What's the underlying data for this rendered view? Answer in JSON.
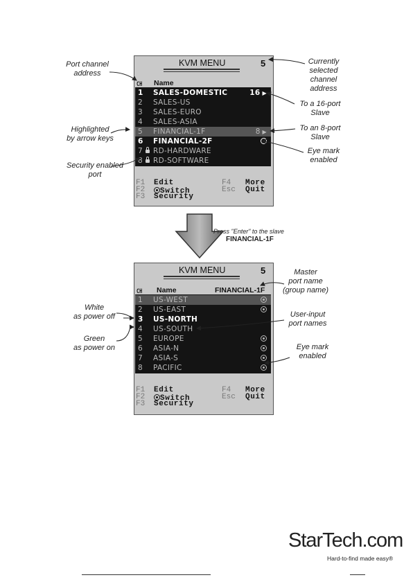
{
  "menu1": {
    "title": "KVM MENU",
    "channel": "5",
    "ch_header": "CH",
    "name_header": "Name",
    "rows": [
      {
        "num": "1",
        "name": "SALES-DOMESTIC",
        "tail": "16",
        "style": "white",
        "icon": "arrow"
      },
      {
        "num": "2",
        "name": "SALES-US",
        "tail": "",
        "style": "grey",
        "icon": ""
      },
      {
        "num": "3",
        "name": "SALES-EURO",
        "tail": "",
        "style": "grey",
        "icon": ""
      },
      {
        "num": "4",
        "name": "SALES-ASIA",
        "tail": "",
        "style": "grey",
        "icon": ""
      },
      {
        "num": "5",
        "name": "FINANCIAL-1F",
        "tail": "8",
        "style": "grey",
        "icon": "arrow"
      },
      {
        "num": "6",
        "name": "FINANCIAL-2F",
        "tail": "",
        "style": "white",
        "icon": "eye"
      },
      {
        "num": "7",
        "name": "RD-HARDWARE",
        "tail": "",
        "style": "grey",
        "icon": "lock"
      },
      {
        "num": "8",
        "name": "RD-SOFTWARE",
        "tail": "",
        "style": "grey",
        "icon": "lock"
      }
    ],
    "fkeys": {
      "f1": "F1",
      "f1_label": "Edit",
      "f2": "F2",
      "f2_label": "Switch",
      "f3": "F3",
      "f3_label": "Security",
      "f4": "F4",
      "f4_label": "More",
      "esc": "Esc",
      "esc_label": "Quit"
    }
  },
  "menu2": {
    "title": "KVM MENU",
    "channel": "5",
    "ch_header": "CH",
    "name_header": "Name",
    "group_name": "FINANCIAL-1F",
    "rows": [
      {
        "num": "1",
        "name": "US-WEST",
        "style": "grey",
        "eye": true
      },
      {
        "num": "2",
        "name": "US-EAST",
        "style": "grey",
        "eye": true
      },
      {
        "num": "3",
        "name": "US-NORTH",
        "style": "white",
        "eye": false
      },
      {
        "num": "4",
        "name": "US-SOUTH",
        "style": "grey",
        "eye": false
      },
      {
        "num": "5",
        "name": "EUROPE",
        "style": "grey",
        "eye": true
      },
      {
        "num": "6",
        "name": "ASIA-N",
        "style": "grey",
        "eye": true
      },
      {
        "num": "7",
        "name": "ASIA-S",
        "style": "grey",
        "eye": true
      },
      {
        "num": "8",
        "name": "PACIFIC",
        "style": "grey",
        "eye": true
      }
    ],
    "fkeys": {
      "f1": "F1",
      "f1_label": "Edit",
      "f2": "F2",
      "f2_label": "Switch",
      "f3": "F3",
      "f3_label": "Security",
      "f4": "F4",
      "f4_label": "More",
      "esc": "Esc",
      "esc_label": "Quit"
    }
  },
  "annotations": {
    "port_channel": [
      "Port channel",
      "address"
    ],
    "currently_selected": [
      "Currently",
      "selected",
      "channel",
      "address"
    ],
    "to_16port": [
      "To a 16-port",
      "Slave"
    ],
    "highlighted": [
      "Highlighted",
      "by arrow keys"
    ],
    "to_8port": [
      "To an 8-port",
      "Slave"
    ],
    "eye_mark_1": [
      "Eye mark",
      "enabled"
    ],
    "security": [
      "Security enabled",
      "port"
    ],
    "press_enter": "Press \"Enter\" to the slave",
    "press_target": "FINANCIAL-1F",
    "master_port": [
      "Master",
      "port name",
      "(group name)"
    ],
    "white_power": [
      "White",
      "as power off"
    ],
    "user_input": [
      "User-input",
      "port names"
    ],
    "green_power": [
      "Green",
      "as power on"
    ],
    "eye_mark_2": [
      "Eye mark",
      "enabled"
    ]
  },
  "brand": {
    "logo": "StarTech.com",
    "tagline": "Hard-to-find made easy®"
  },
  "colors": {
    "list_bg": "#141414",
    "highlight": "#555555",
    "screen_bg": "#c9c9c9"
  }
}
